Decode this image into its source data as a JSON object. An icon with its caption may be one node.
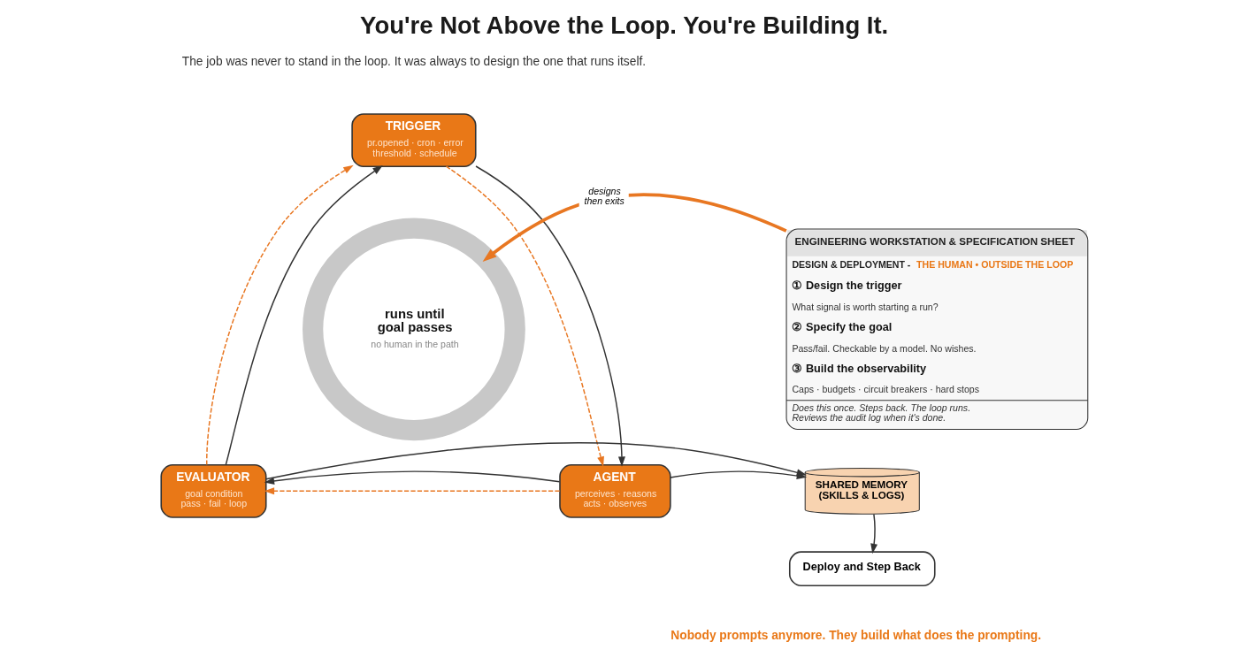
{
  "diagram": {
    "title": "You're Not Above the Loop. You're Building It.",
    "caption": "Nobody prompts anymore. They build what does the prompting.",
    "nodes": [
      {
        "text": [
          "TRIGGER",
          "pr.opened · cron · error threshold · schedule"
        ]
      },
      {
        "text": [
          "runs until goal passes",
          "no human in the path"
        ]
      },
      {
        "text": [
          "ENGINEERING WORKSTATION & SPECIFICATION SHEET",
          "DESIGN & DEPLOYMENT -",
          "THE HUMAN • OUTSIDE THE LOOP",
          "① Design the trigger",
          "What signal is worth starting a run?",
          "② Specify the goal",
          "Pass/fail. Checkable by a model. No wishes.",
          "③ Build the observability",
          "Caps · budgets · circuit breakers · hard stops",
          "Does this once. Steps back. The loop runs. Reviews the audit log when it's done."
        ]
      },
      {
        "text": [
          "EVALUATOR",
          "goal condition pass · fail · loop"
        ]
      },
      {
        "text": [
          "AGENT",
          "perceives · reasons acts · observes"
        ]
      },
      {
        "text": [
          "SHARED MEMORY (SKILLS & LOGS)"
        ]
      },
      {
        "text": [
          "Deploy and Step Back"
        ]
      }
    ],
    "edges": [
      {
        "from": 0,
        "to": 4,
        "arrow": "to",
        "style": "dashed",
        "color": "#e87722"
      },
      {
        "from": 4,
        "to": 3,
        "arrow": "to",
        "style": "dashed",
        "color": "#e87722"
      },
      {
        "from": 3,
        "to": 0,
        "arrow": "to",
        "style": "dashed",
        "color": "#e87722"
      },
      {
        "from": 0,
        "to": 4,
        "arrow": "to"
      },
      {
        "from": 4,
        "to": 3,
        "arrow": "to"
      },
      {
        "from": 3,
        "to": 0,
        "arrow": "to"
      },
      {
        "from": 2,
        "to": 1,
        "arrow": "to",
        "label": "designs then exits",
        "style": "thick",
        "color": "#e87722"
      },
      {
        "from": 4,
        "to": 5,
        "arrow": "to"
      },
      {
        "from": 3,
        "to": 5,
        "arrow": "to"
      },
      {
        "from": 5,
        "to": 6,
        "arrow": "to"
      }
    ],
    "labels": [
      "The job was never to stand in the loop. It was always to design the one that runs itself."
    ]
  }
}
